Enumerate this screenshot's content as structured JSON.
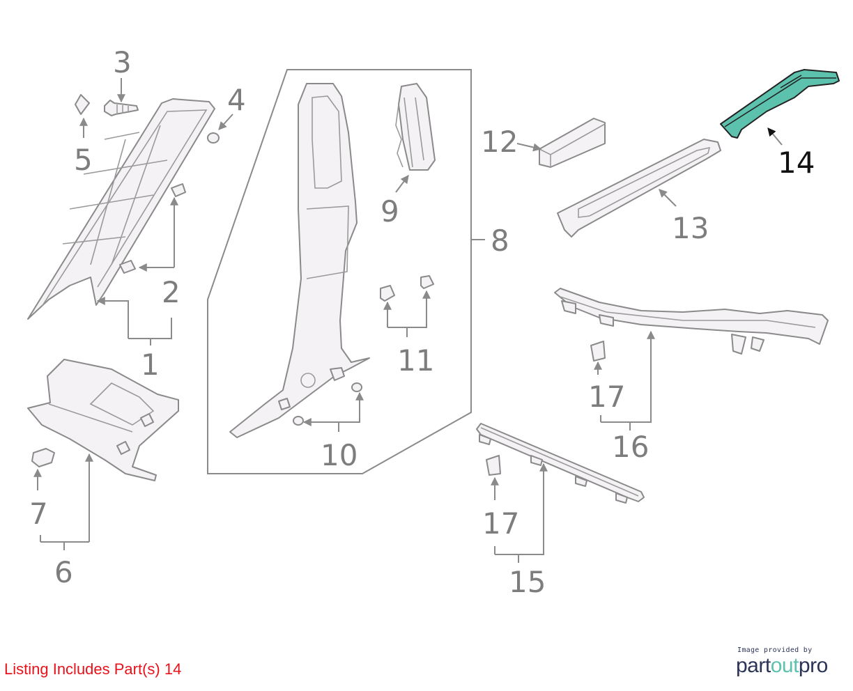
{
  "callouts": {
    "c1": "1",
    "c2": "2",
    "c3": "3",
    "c4": "4",
    "c5": "5",
    "c6": "6",
    "c7": "7",
    "c8": "8",
    "c9": "9",
    "c10": "10",
    "c11": "11",
    "c12": "12",
    "c13": "13",
    "c14": "14",
    "c15": "15",
    "c16": "16",
    "c17a": "17",
    "c17b": "17"
  },
  "highlighted_part": "14",
  "listing_note": "Listing Includes Part(s)  14",
  "provider": {
    "caption": "Image provided by",
    "logo_part1": "part",
    "logo_part2": "out",
    "logo_part3": "pro"
  },
  "colors": {
    "highlight": "#5cc2ae",
    "note_red": "#e8121b",
    "callout_gray": "#7d7d7d",
    "logo_navy": "#2b3356"
  }
}
